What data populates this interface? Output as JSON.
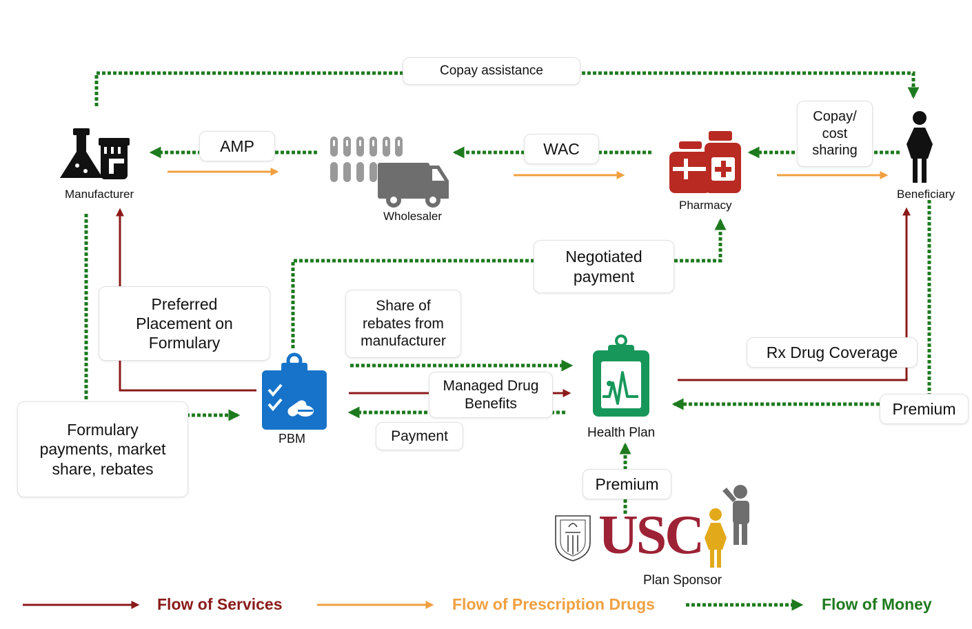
{
  "colors": {
    "services": "#8b1a1a",
    "drugs": "#f0a040",
    "money": "#1e7a1e",
    "icon_dark": "#111111",
    "icon_gray": "#6e6e6e",
    "pharmacy": "#b82a22",
    "pbm": "#1773c9",
    "health_plan": "#18975a",
    "sponsor_gold": "#e2a91a"
  },
  "nodes": {
    "manufacturer": "Manufacturer",
    "wholesaler": "Wholesaler",
    "pharmacy": "Pharmacy",
    "beneficiary": "Beneficiary",
    "pbm": "PBM",
    "health_plan": "Health Plan",
    "plan_sponsor": "Plan Sponsor"
  },
  "labels": {
    "copay_assistance": "Copay assistance",
    "amp": "AMP",
    "wac": "WAC",
    "copay_cost_sharing": "Copay/\ncost\nsharing",
    "negotiated_payment": "Negotiated\npayment",
    "preferred_placement": "Preferred\nPlacement on\nFormulary",
    "share_of_rebates": "Share of\nrebates from\nmanufacturer",
    "rx_drug_coverage": "Rx Drug Coverage",
    "managed_drug_benefits": "Managed Drug\nBenefits",
    "premium_beneficiary": "Premium",
    "payment": "Payment",
    "formulary_payments": "Formulary\npayments, market\nshare, rebates",
    "premium_sponsor": "Premium"
  },
  "sponsor_logo": "USC",
  "legend": {
    "services": "Flow of Services",
    "drugs": "Flow of Prescription Drugs",
    "money": "Flow of Money"
  }
}
